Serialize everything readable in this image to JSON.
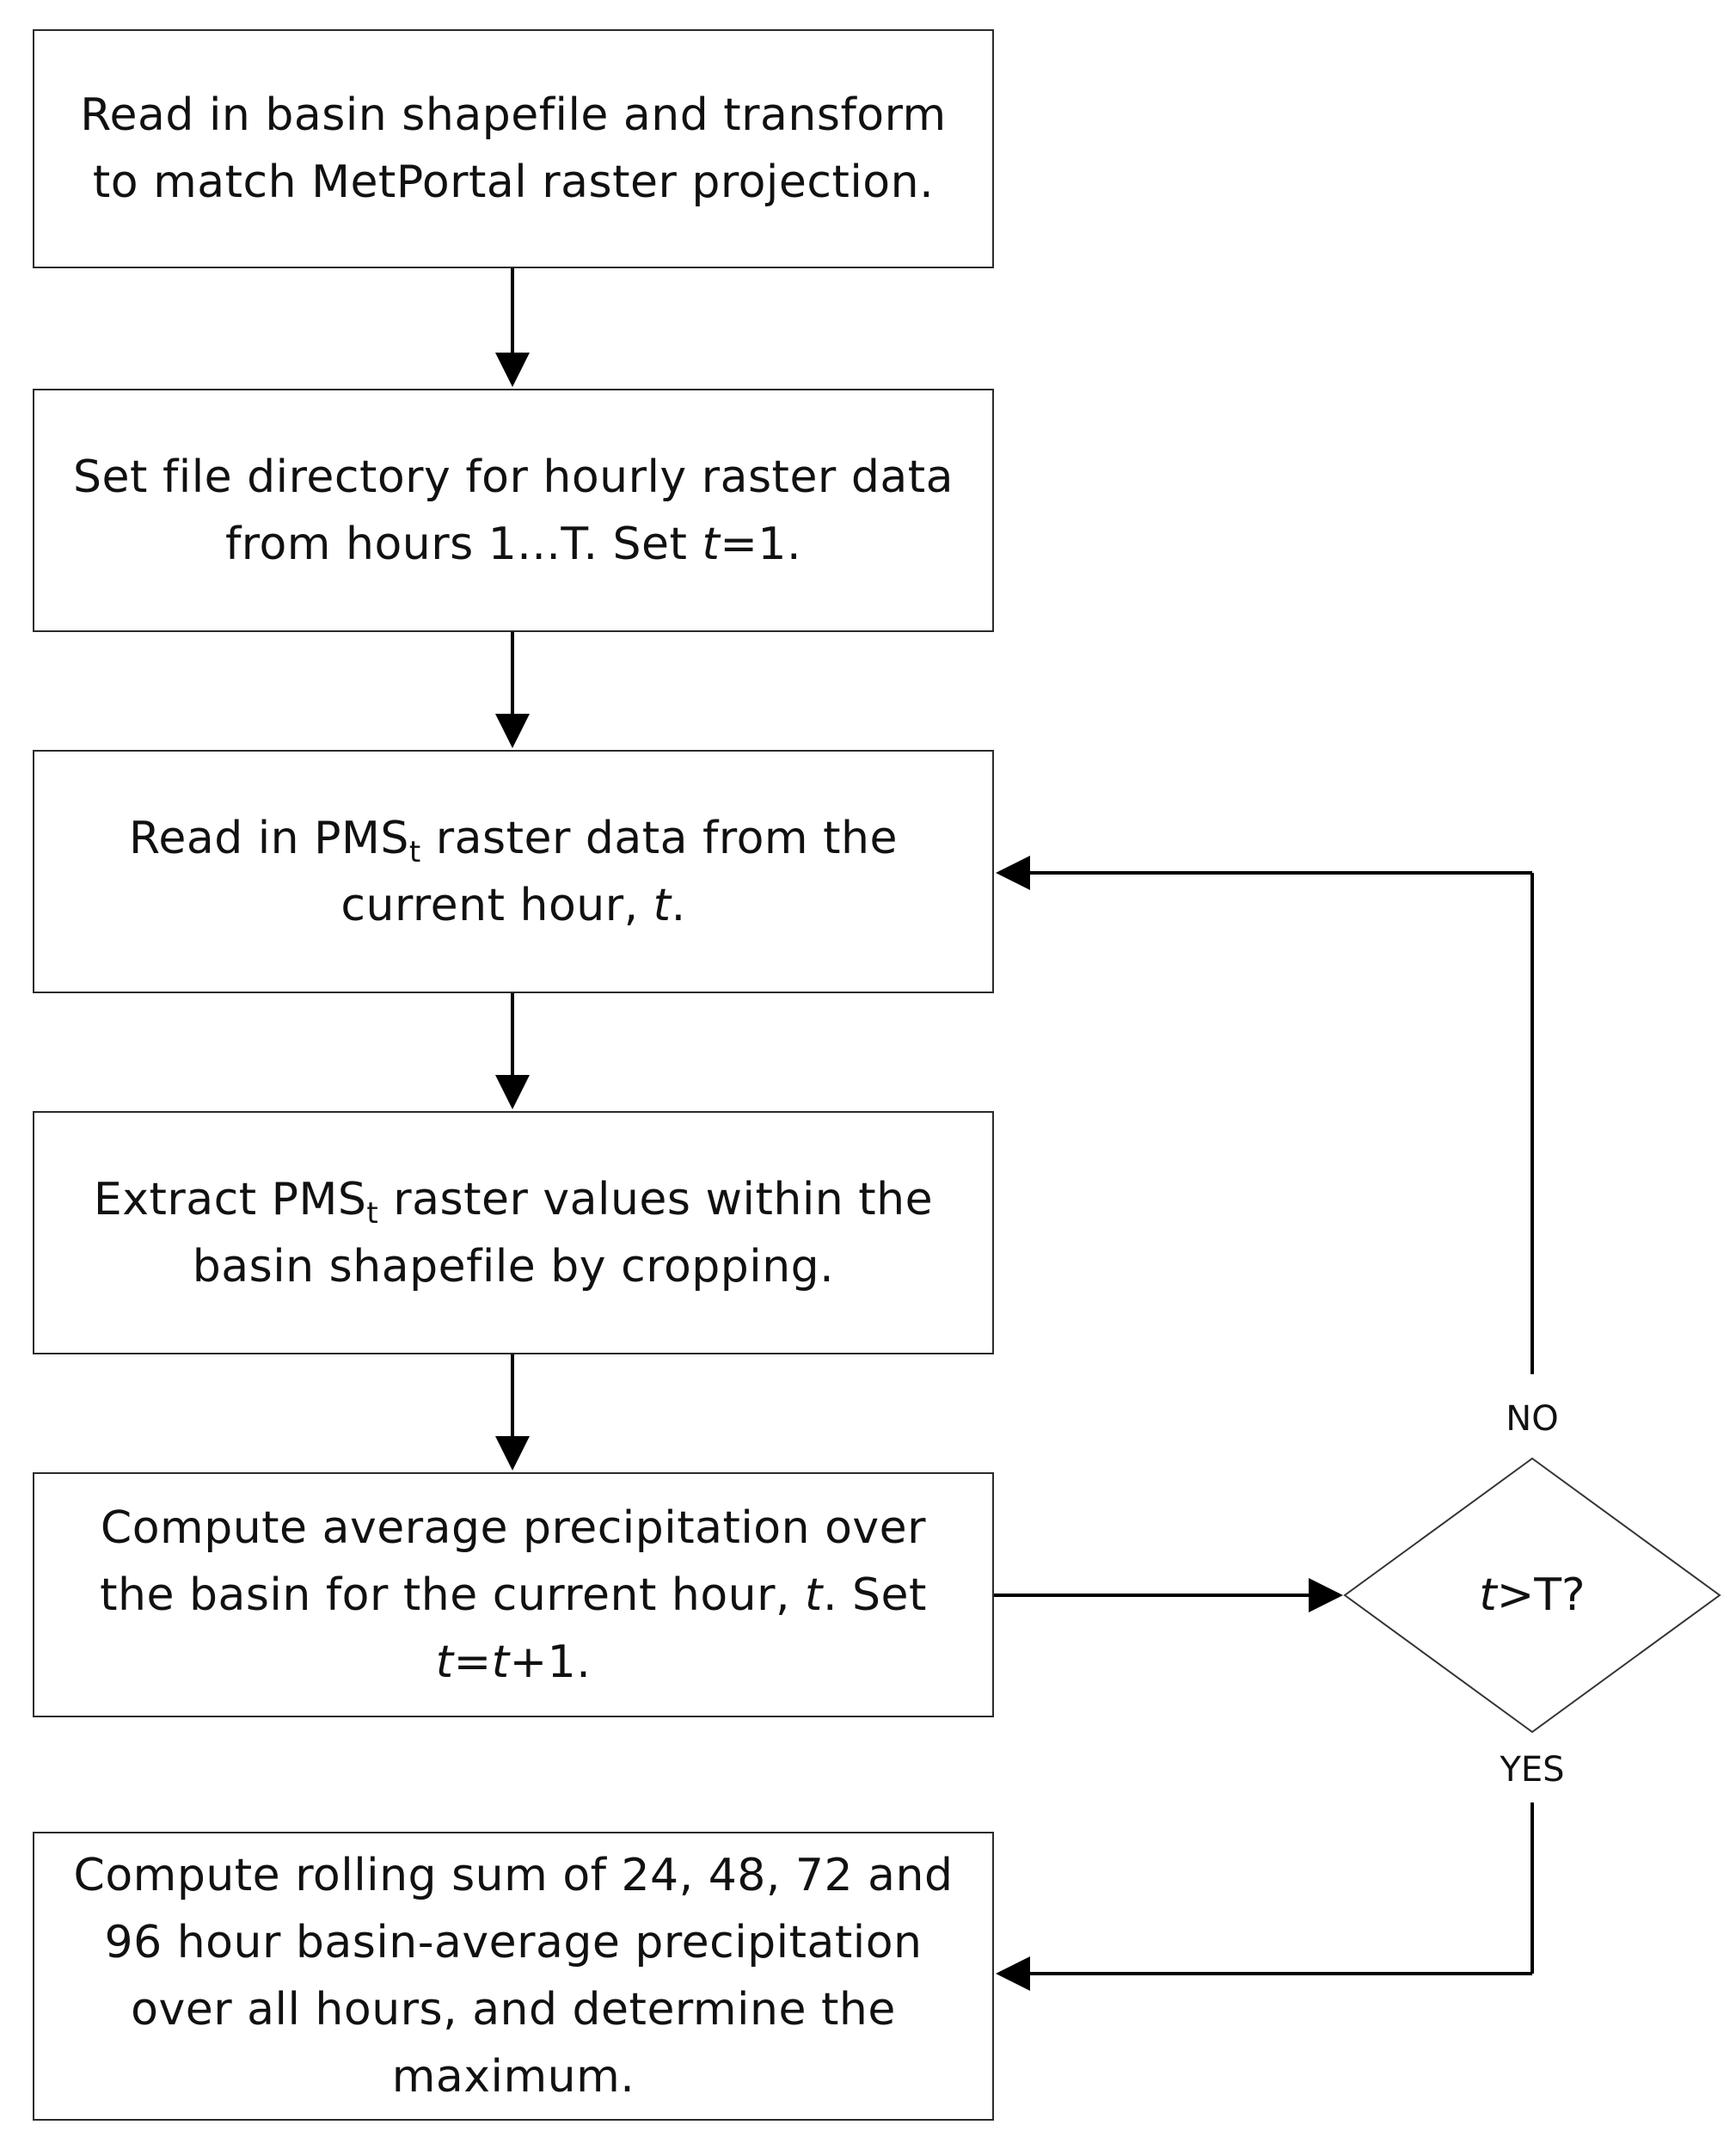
{
  "steps": [
    {
      "id": "step1",
      "lines": [
        "Read in basin shapefile and transform",
        "to match MetPortal raster projection."
      ]
    },
    {
      "id": "step2",
      "line1": "Set file directory for hourly raster data",
      "line2_prefix": "from hours 1...T. Set ",
      "t": "t",
      "line2_suffix": "=1."
    },
    {
      "id": "step3",
      "line1_prefix": "Read in PMS",
      "sub": "t",
      "line1_suffix": " raster data from the",
      "line2_prefix": "current hour, ",
      "t": "t",
      "line2_suffix": "."
    },
    {
      "id": "step4",
      "line1_prefix": "Extract PMS",
      "sub": "t",
      "line1_suffix": " raster values within the",
      "line2": "basin shapefile by cropping."
    },
    {
      "id": "step5",
      "line1": "Compute average precipitation over",
      "line2_prefix": "the basin for the current hour, ",
      "t": "t",
      "line2_suffix": ". Set",
      "line3_t1": "t",
      "line3_mid": "=",
      "line3_t2": "t",
      "line3_suffix": "+1."
    },
    {
      "id": "step6",
      "lines": [
        "Compute rolling sum of 24, 48, 72 and",
        "96 hour basin-average precipitation",
        "over all hours, and determine the",
        "maximum."
      ]
    }
  ],
  "decision": {
    "t": "t",
    "rest": ">T?"
  },
  "branches": {
    "no": "NO",
    "yes": "YES"
  }
}
